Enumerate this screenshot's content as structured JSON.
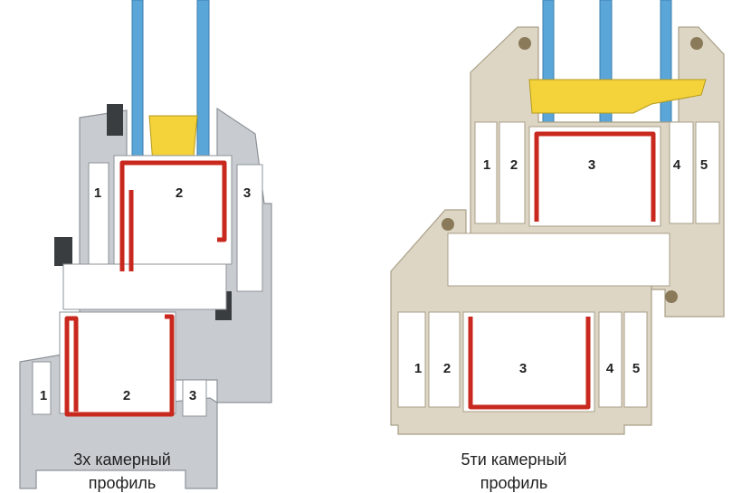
{
  "left_profile": {
    "caption_line1": "3х камерный",
    "caption_line2": "профиль",
    "upper_chambers": [
      "1",
      "2",
      "3"
    ],
    "lower_chambers": [
      "1",
      "2",
      "3"
    ]
  },
  "right_profile": {
    "caption_line1": "5ти камерный",
    "caption_line2": "профиль",
    "upper_chambers": [
      "1",
      "2",
      "3",
      "4",
      "5"
    ],
    "lower_chambers": [
      "1",
      "2",
      "3",
      "4",
      "5"
    ]
  },
  "colors": {
    "pvc_gray": "#c8ccd0",
    "pvc_beige": "#ddd6c4",
    "glass": "#5aa6d8",
    "spacer": "#f3d23a",
    "reinforcement": "#c8281e"
  }
}
